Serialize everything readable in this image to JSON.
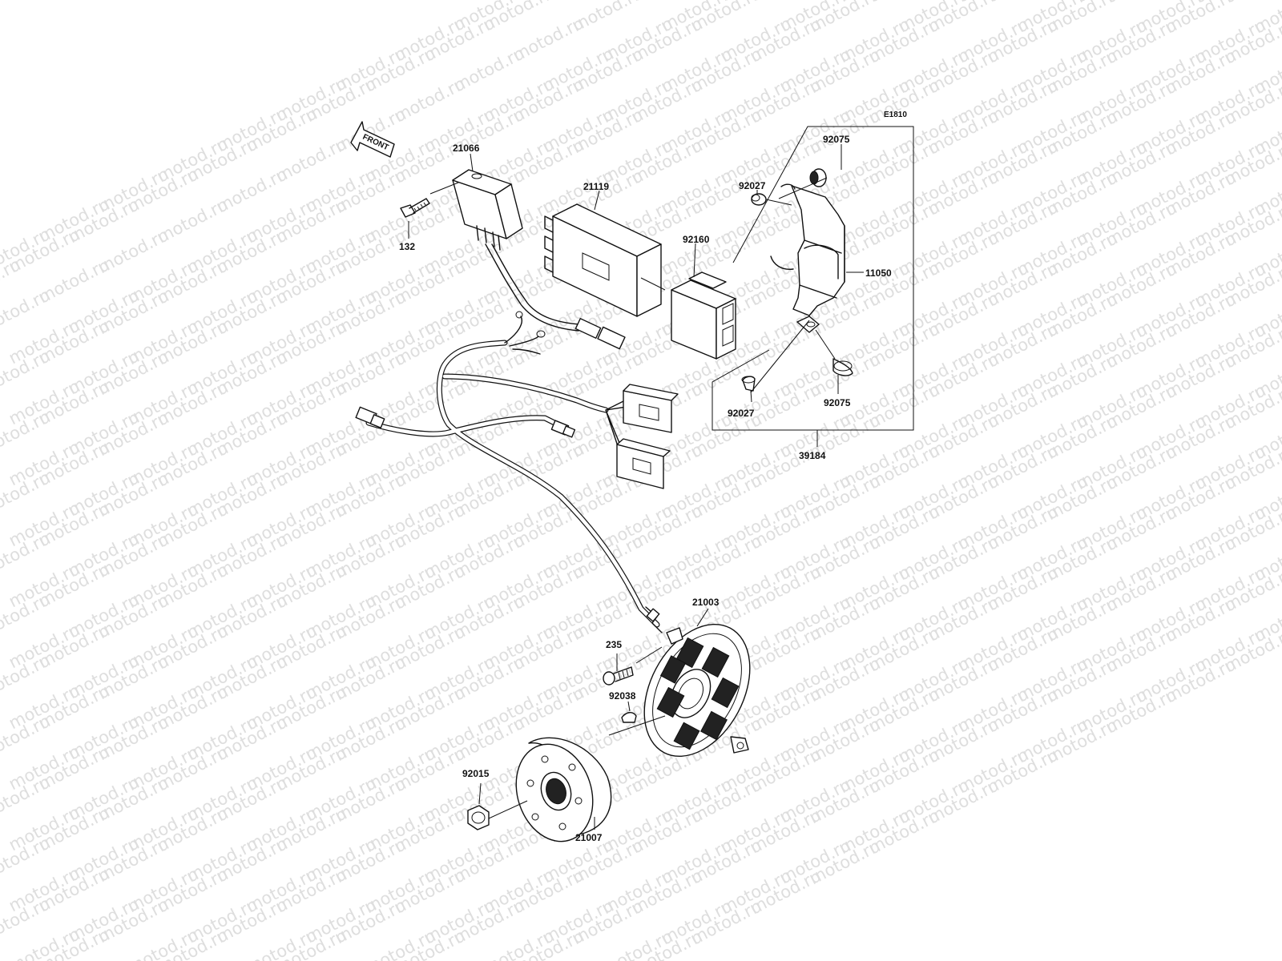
{
  "diagram": {
    "code": "E1810",
    "front_label": "FRONT",
    "watermark_text": "motod.ru",
    "parts": {
      "p21066": "21066",
      "p132": "132",
      "p21119": "21119",
      "p92160": "92160",
      "p92075a": "92075",
      "p92027a": "92027",
      "p11050": "11050",
      "p92027b": "92027",
      "p92075b": "92075",
      "p39184": "39184",
      "p21003": "21003",
      "p235": "235",
      "p92038": "92038",
      "p92015": "92015",
      "p21007": "21007"
    }
  }
}
